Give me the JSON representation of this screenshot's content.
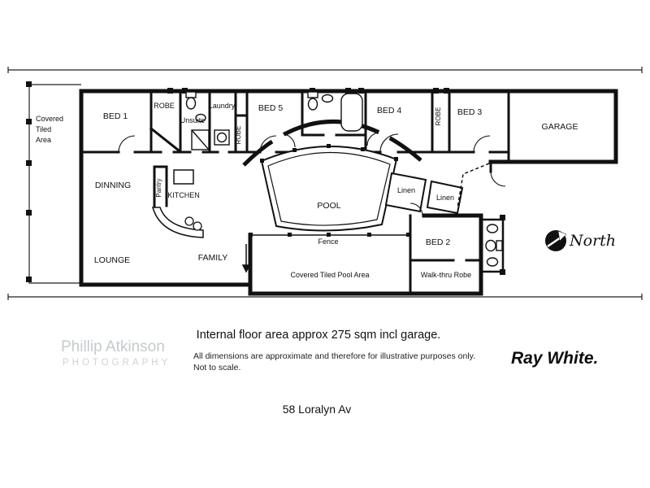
{
  "meta": {
    "address": "58 Loralyn Av"
  },
  "notes": {
    "area": "Internal floor area approx 275 sqm incl garage.",
    "disclaimer_line1": "All dimensions are approximate and therefore for illustrative purposes only.",
    "disclaimer_line2": "Not to scale."
  },
  "watermark": {
    "name": "Phillip Atkinson",
    "subtitle": "PHOTOGRAPHY"
  },
  "branding": {
    "agency": "Ray White."
  },
  "compass": {
    "label": "North"
  },
  "rooms": {
    "covered_area_line1": "Covered",
    "covered_area_line2": "Tiled",
    "covered_area_line3": "Area",
    "bed1": "BED 1",
    "robe1": "ROBE",
    "ensuite": "Unsuite",
    "laundry": "Laundry",
    "robe_hall": "ROBE",
    "bed5": "BED 5",
    "bed4": "BED 4",
    "robe2": "ROBE",
    "bed3": "BED 3",
    "garage": "GARAGE",
    "dining": "DINNING",
    "pantry": "Pantry",
    "kitchen": "KITCHEN",
    "pool": "POOL",
    "linen1": "Linen",
    "linen2": "Linen",
    "lounge": "LOUNGE",
    "family": "FAMILY",
    "fence": "Fence",
    "pool_area": "Covered Tiled Pool Area",
    "bed2": "BED 2",
    "walkthru_robe": "Walk-thru Robe"
  }
}
